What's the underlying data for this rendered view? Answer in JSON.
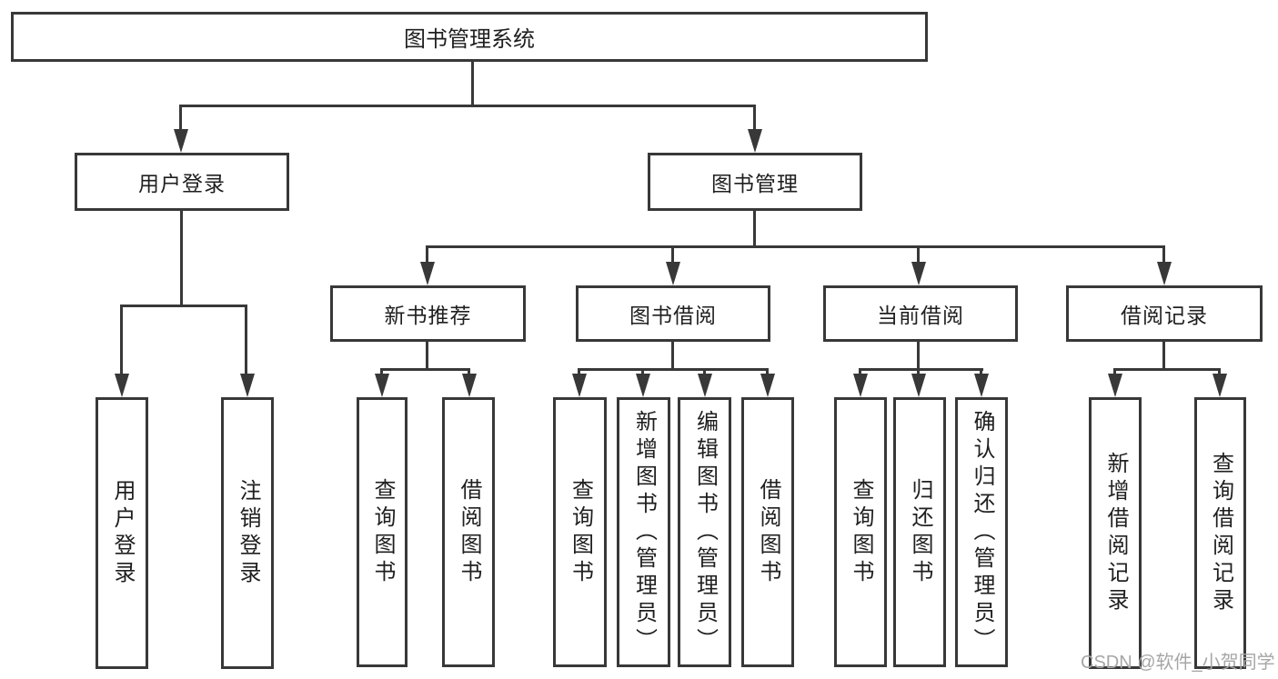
{
  "diagram": {
    "title": "图书管理系统",
    "level2": {
      "user_login": "用户登录",
      "book_mgmt": "图书管理"
    },
    "level3": {
      "new_books": "新书推荐",
      "book_borrow": "图书借阅",
      "current_borrow": "当前借阅",
      "borrow_records": "借阅记录"
    },
    "leaves": {
      "user_login": "用户登录",
      "logout": "注销登录",
      "nb_query": "查询图书",
      "nb_borrow": "借阅图书",
      "bb_query": "查询图书",
      "bb_add": "新增图书（管理员）",
      "bb_edit": "编辑图书（管理员）",
      "bb_borrow": "借阅图书",
      "cb_query": "查询图书",
      "cb_return": "归还图书",
      "cb_confirm": "确认归还（管理员）",
      "br_add": "新增借阅记录",
      "br_query": "查询借阅记录"
    },
    "colors": {
      "line": "#383838",
      "text": "#1f1f1f",
      "watermark": "#a6a6a6",
      "background": "#ffffff"
    }
  },
  "watermark": {
    "text": "CSDN @软件_小贺同学"
  }
}
